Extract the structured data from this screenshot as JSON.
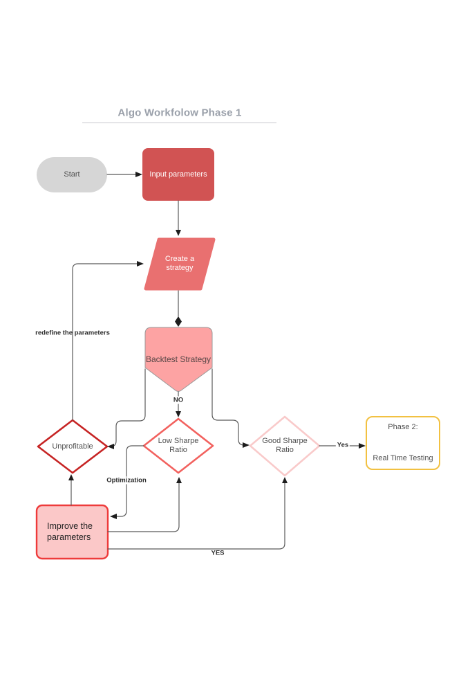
{
  "title": {
    "text": "Algo Workfolow Phase 1"
  },
  "nodes": {
    "start": {
      "label": "Start"
    },
    "input_parameters": {
      "label": "Input parameters"
    },
    "create_strategy": {
      "label": "Create a strategy"
    },
    "backtest": {
      "label": "Backtest Strategy"
    },
    "low_sharpe": {
      "label": "Low Sharpe Ratio"
    },
    "unprofitable": {
      "label": "Unprofitable"
    },
    "good_sharpe": {
      "label": "Good Sharpe Ratio"
    },
    "phase2": {
      "line1": "Phase 2:",
      "line2": "Real Time Testing"
    },
    "improve": {
      "label": "Improve the parameters"
    }
  },
  "edge_labels": {
    "no": "NO",
    "yes_right": "Yes",
    "yes_bottom": "YES",
    "redefine": "redefine the parameters",
    "optimization": "Optimization"
  },
  "colors": {
    "start_fill": "#d6d6d6",
    "input_fill": "#d15353",
    "create_fill": "#e97070",
    "backtest_fill": "#fda3a3",
    "backtest_stroke": "#999999",
    "low_sharpe_stroke": "#f2615e",
    "unprofitable_stroke": "#c62323",
    "good_sharpe_stroke": "#f9caca",
    "improve_fill": "#fbc8c8",
    "improve_stroke": "#ee3b3b",
    "phase2_stroke": "#f2c142",
    "connector": "#595959",
    "arrow": "#1d1d1d"
  }
}
